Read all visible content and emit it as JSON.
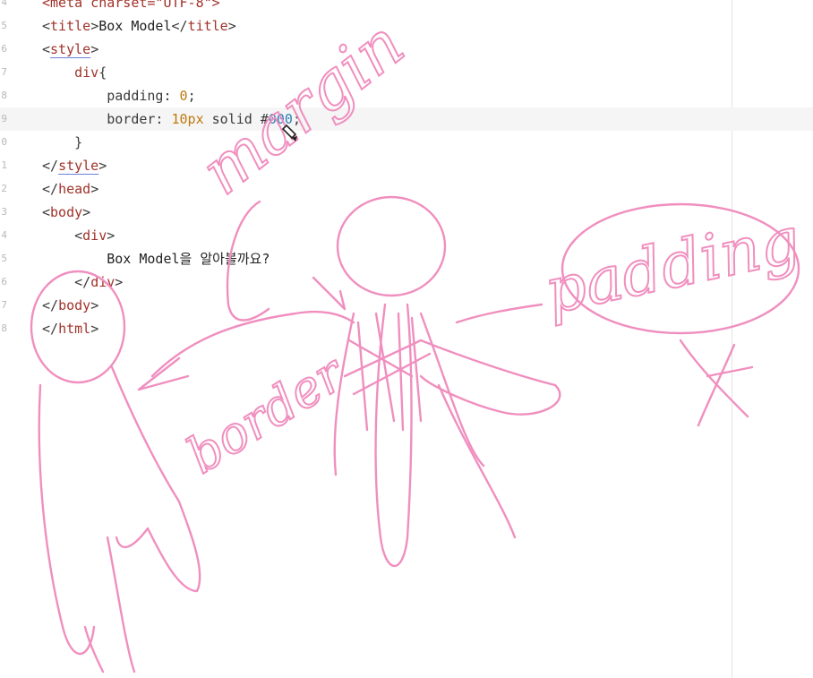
{
  "editor": {
    "lines": [
      {
        "num": "4",
        "parts": [
          [
            "tag",
            "<meta charset=\"UTF-8\">"
          ]
        ]
      },
      {
        "num": "5",
        "parts": [
          [
            "punct",
            "<"
          ],
          [
            "tag",
            "title"
          ],
          [
            "punct",
            ">"
          ],
          [
            "txt",
            "Box Model"
          ],
          [
            "punct",
            "</"
          ],
          [
            "tag",
            "title"
          ],
          [
            "punct",
            ">"
          ]
        ]
      },
      {
        "num": "6",
        "parts": [
          [
            "punct",
            "<"
          ],
          [
            "tag",
            "style"
          ],
          [
            "punct",
            ">"
          ]
        ]
      },
      {
        "num": "7",
        "parts": [
          [
            "txt",
            "    "
          ],
          [
            "tag",
            "div"
          ],
          [
            "punct",
            "{"
          ]
        ]
      },
      {
        "num": "8",
        "parts": [
          [
            "txt",
            "        "
          ],
          [
            "prop",
            "padding: "
          ],
          [
            "num",
            "0"
          ],
          [
            "punct",
            ";"
          ]
        ]
      },
      {
        "num": "9",
        "parts": [
          [
            "txt",
            "        "
          ],
          [
            "prop",
            "border: "
          ],
          [
            "num",
            "10px"
          ],
          [
            "prop",
            " solid "
          ],
          [
            "punct",
            "#"
          ],
          [
            "hex",
            "000"
          ],
          [
            "punct",
            ";"
          ]
        ]
      },
      {
        "num": "0",
        "parts": [
          [
            "txt",
            "    "
          ],
          [
            "punct",
            "}"
          ]
        ]
      },
      {
        "num": "1",
        "parts": [
          [
            "punct",
            "</"
          ],
          [
            "tag",
            "style"
          ],
          [
            "punct",
            ">"
          ]
        ]
      },
      {
        "num": "2",
        "parts": [
          [
            "punct",
            "</"
          ],
          [
            "tag",
            "head"
          ],
          [
            "punct",
            ">"
          ]
        ]
      },
      {
        "num": "3",
        "parts": [
          [
            "punct",
            "<"
          ],
          [
            "tag",
            "body"
          ],
          [
            "punct",
            ">"
          ]
        ]
      },
      {
        "num": "4",
        "parts": [
          [
            "txt",
            "    "
          ],
          [
            "punct",
            "<"
          ],
          [
            "tag",
            "div"
          ],
          [
            "punct",
            ">"
          ]
        ]
      },
      {
        "num": "5",
        "parts": [
          [
            "txt",
            "        Box Model을 알아볼까요?"
          ]
        ]
      },
      {
        "num": "6",
        "parts": [
          [
            "txt",
            "    "
          ],
          [
            "punct",
            "</"
          ],
          [
            "tag",
            "div"
          ],
          [
            "punct",
            ">"
          ]
        ]
      },
      {
        "num": "7",
        "parts": [
          [
            "punct",
            "</"
          ],
          [
            "tag",
            "body"
          ],
          [
            "punct",
            ">"
          ]
        ]
      },
      {
        "num": "8",
        "parts": [
          [
            "punct",
            "</"
          ],
          [
            "tag",
            "html"
          ],
          [
            "punct",
            ">"
          ]
        ]
      }
    ],
    "active_line_index": 5
  },
  "annotations": {
    "margin": "margin",
    "border": "border",
    "padding": "padding",
    "ink_color": "#f08fbf"
  }
}
